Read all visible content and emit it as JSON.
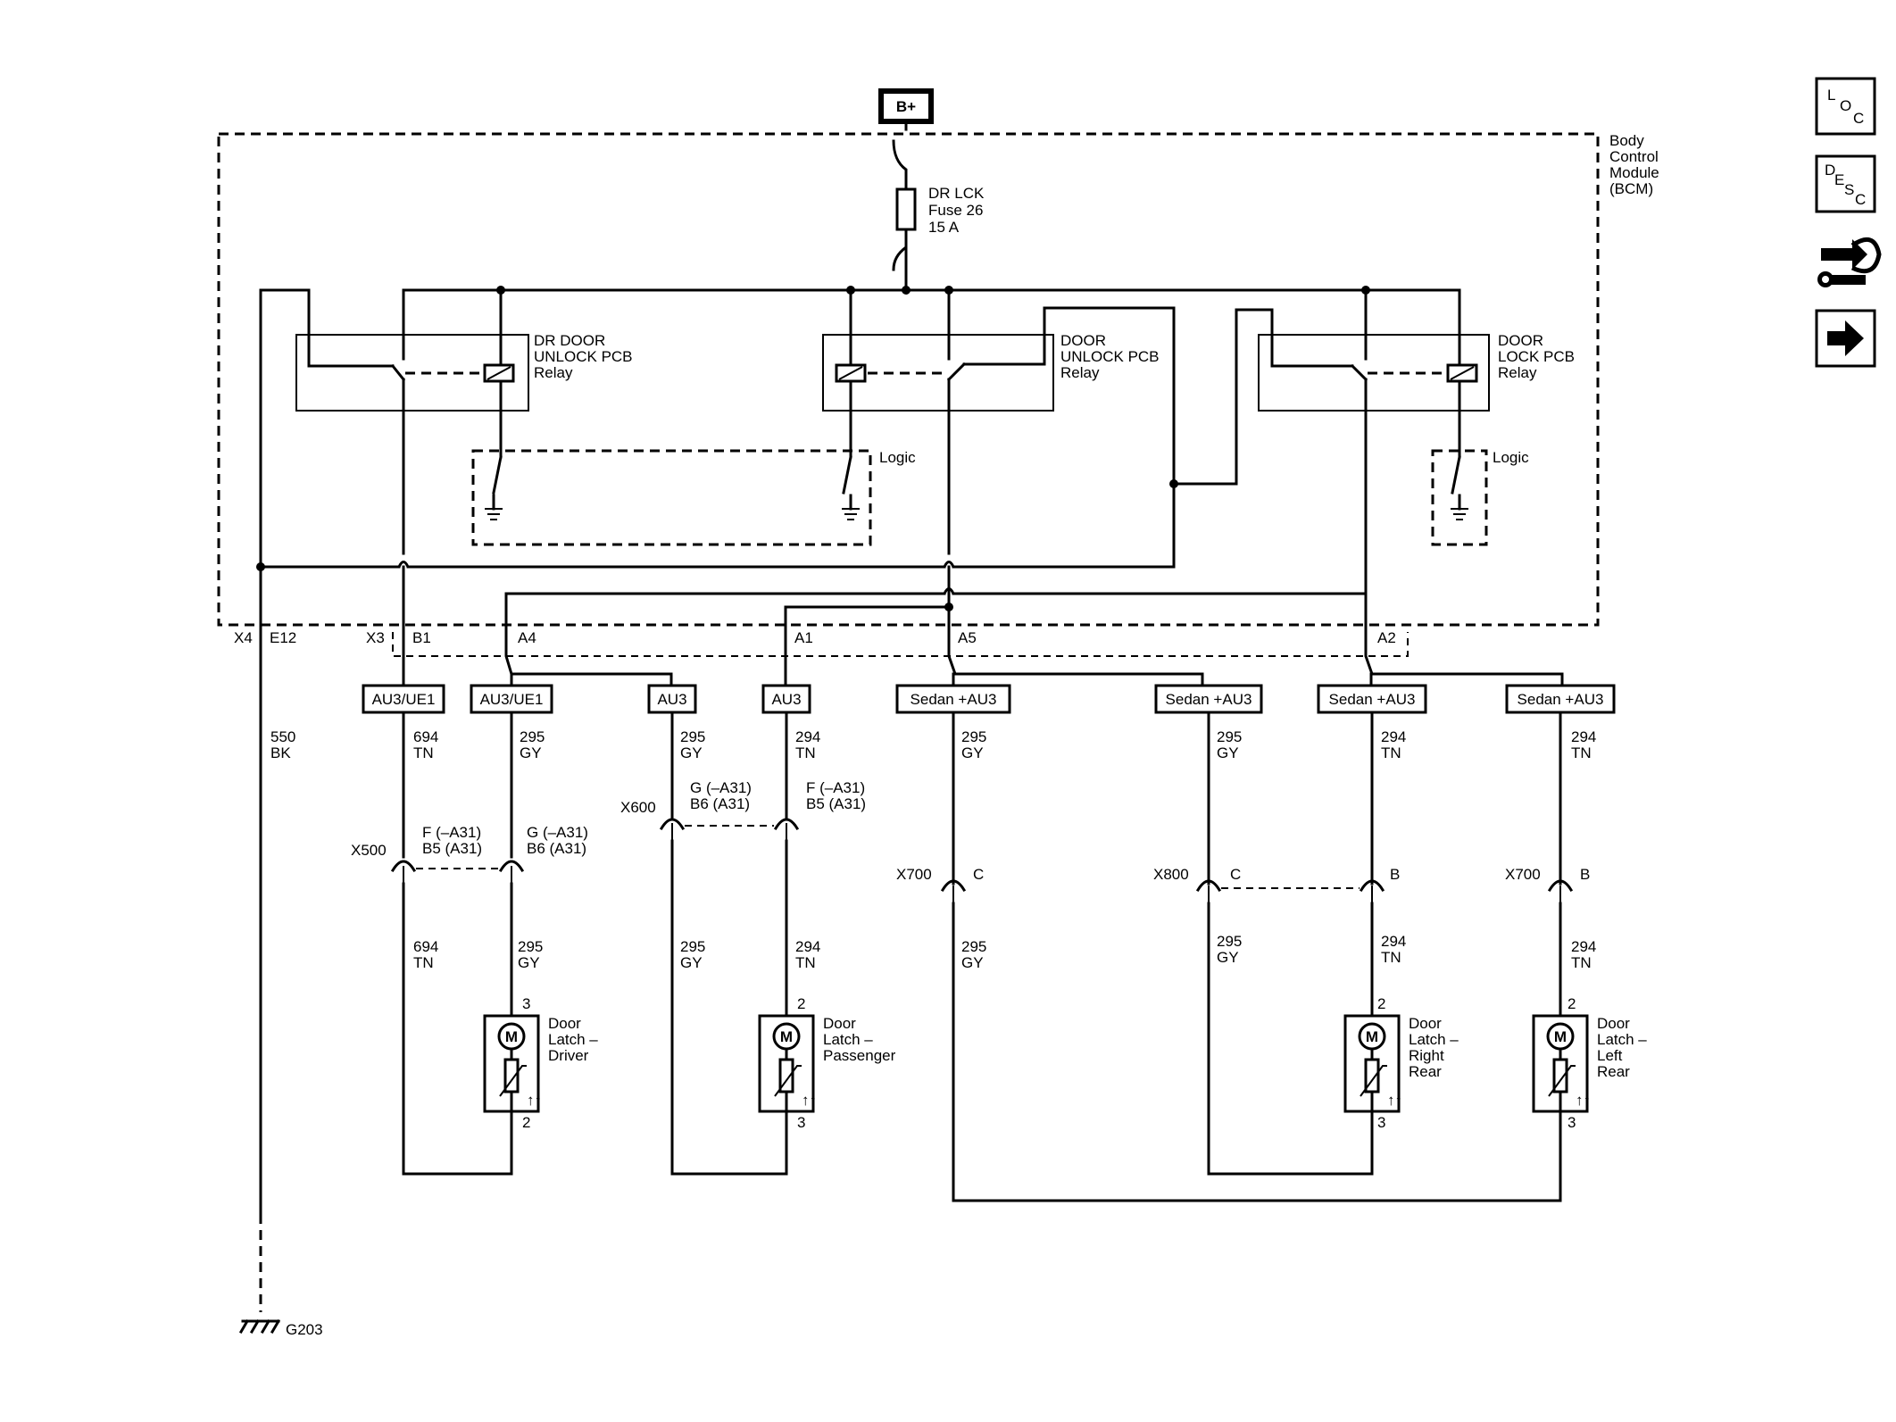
{
  "supply": {
    "label": "B+"
  },
  "bcm": {
    "title": [
      "Body",
      "Control",
      "Module",
      "(BCM)"
    ]
  },
  "fuse": {
    "lines": [
      "DR LCK",
      "Fuse 26",
      "15 A"
    ]
  },
  "relays": {
    "dr_door_unlock": [
      "DR DOOR",
      "UNLOCK PCB",
      "Relay"
    ],
    "door_unlock": [
      "DOOR",
      "UNLOCK PCB",
      "Relay"
    ],
    "door_lock": [
      "DOOR",
      "LOCK PCB",
      "Relay"
    ]
  },
  "logic_labels": {
    "left": "Logic",
    "right": "Logic"
  },
  "connectors": {
    "x4": "X4",
    "e12": "E12",
    "x3": "X3"
  },
  "pins": {
    "b1": "B1",
    "a4": "A4",
    "a1": "A1",
    "a5": "A5",
    "a2": "A2"
  },
  "options": {
    "au3ue1_a": "AU3/UE1",
    "au3ue1_b": "AU3/UE1",
    "au3_a": "AU3",
    "au3_b": "AU3",
    "sedan_1": "Sedan +AU3",
    "sedan_2": "Sedan +AU3",
    "sedan_3": "Sedan +AU3",
    "sedan_4": "Sedan +AU3"
  },
  "ground_wire": {
    "circuit": "550",
    "color": "BK"
  },
  "ground": {
    "label": "G203"
  },
  "wires": {
    "w1_top": [
      "694",
      "TN"
    ],
    "w2_top": [
      "295",
      "GY"
    ],
    "w3_top": [
      "295",
      "GY"
    ],
    "w4_top": [
      "294",
      "TN"
    ],
    "w5_top": [
      "295",
      "GY"
    ],
    "w6_top": [
      "295",
      "GY"
    ],
    "w7_top": [
      "294",
      "TN"
    ],
    "w8_top": [
      "294",
      "TN"
    ],
    "w1_bot": [
      "694",
      "TN"
    ],
    "w2_bot": [
      "295",
      "GY"
    ],
    "w3_bot": [
      "295",
      "GY"
    ],
    "w4_bot": [
      "294",
      "TN"
    ],
    "w5_bot": [
      "295",
      "GY"
    ],
    "w6_bot": [
      "295",
      "GY"
    ],
    "w7_bot": [
      "294",
      "TN"
    ],
    "w8_bot": [
      "294",
      "TN"
    ]
  },
  "inline_connectors": {
    "x500": "X500",
    "x500_f": [
      "F (–A31)",
      "B5 (A31)"
    ],
    "x500_g": [
      "G (–A31)",
      "B6 (A31)"
    ],
    "x600": "X600",
    "x600_g": [
      "G (–A31)",
      "B6 (A31)"
    ],
    "x600_f": [
      "F (–A31)",
      "B5 (A31)"
    ],
    "x700a": "X700",
    "x700a_pin": "C",
    "x800": "X800",
    "x800_c": "C",
    "x800_b": "B",
    "x700b": "X700",
    "x700b_pin": "B"
  },
  "latches": {
    "driver": {
      "name": [
        "Door",
        "Latch –",
        "Driver"
      ],
      "pin_top": "3",
      "pin_bot": "2",
      "motor": "M"
    },
    "passenger": {
      "name": [
        "Door",
        "Latch –",
        "Passenger"
      ],
      "pin_top": "2",
      "pin_bot": "3",
      "motor": "M"
    },
    "right_rear": {
      "name": [
        "Door",
        "Latch –",
        "Right",
        "Rear"
      ],
      "pin_top": "2",
      "pin_bot": "3",
      "motor": "M"
    },
    "left_rear": {
      "name": [
        "Door",
        "Latch –",
        "Left",
        "Rear"
      ],
      "pin_top": "2",
      "pin_bot": "3",
      "motor": "M"
    }
  },
  "side_buttons": {
    "loc": [
      "L",
      "O",
      "C"
    ],
    "desc": [
      "D",
      "E",
      "S",
      "C"
    ]
  }
}
